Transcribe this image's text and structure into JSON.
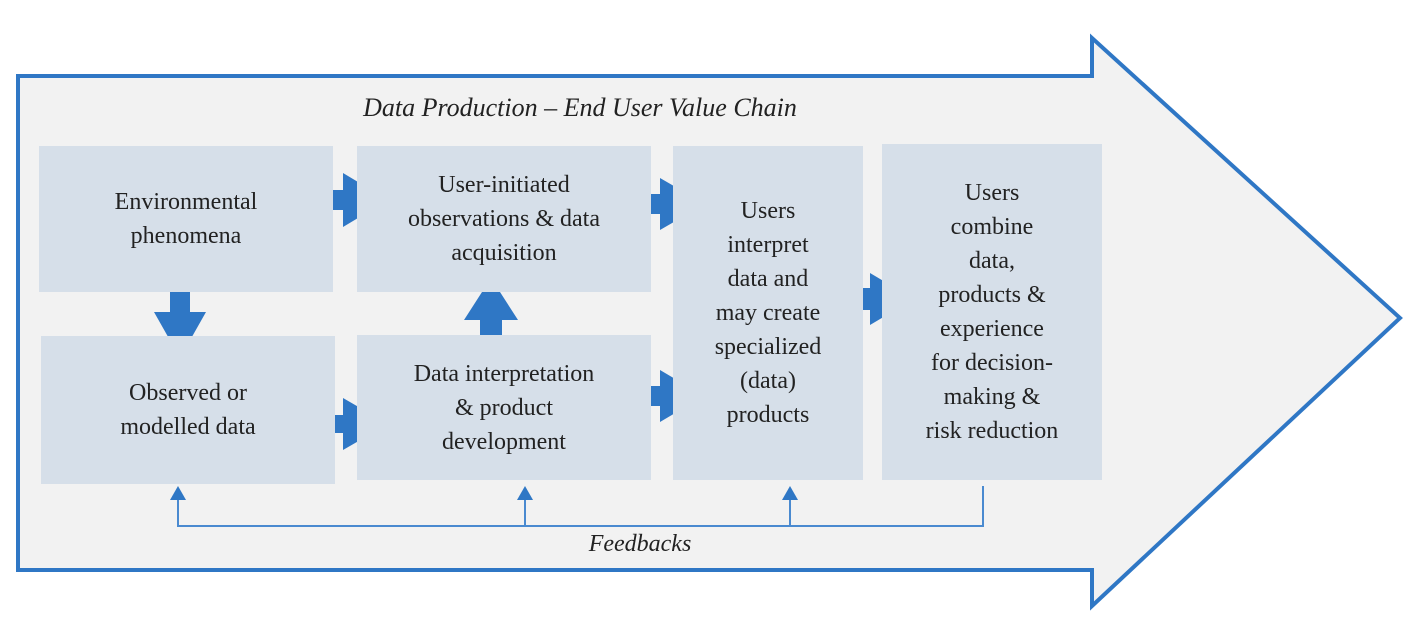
{
  "title": "Data Production – End User Value Chain",
  "feedback_label": "Feedbacks",
  "nodes": {
    "env": [
      "Environmental",
      "phenomena"
    ],
    "observed": [
      "Observed or",
      "modelled data"
    ],
    "user_obs": [
      "User-initiated",
      "observations & data",
      "acquisition"
    ],
    "interp": [
      "Data interpretation",
      "& product",
      "development"
    ],
    "users_interpret": [
      "Users",
      "interpret",
      "data and",
      "may create",
      "specialized",
      "(data)",
      "products"
    ],
    "users_combine": [
      "Users",
      "combine",
      "data,",
      "products &",
      "experience",
      "for decision-",
      "making &",
      "risk reduction"
    ]
  },
  "colors": {
    "outline": "#2f77c5",
    "arrow_fill": "#2f77c5",
    "box_fill": "#d6dfe9",
    "background_fill": "#f2f2f2",
    "feedback_line": "#4a8ad0"
  }
}
